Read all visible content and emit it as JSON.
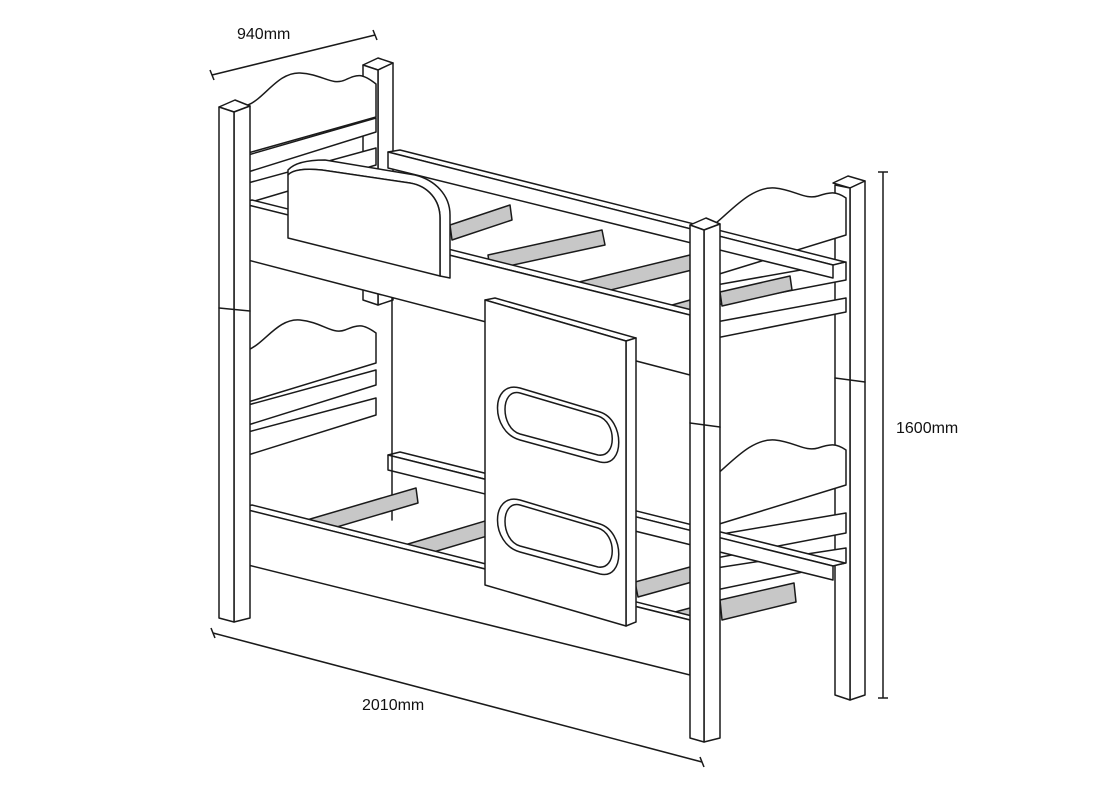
{
  "dimensions": {
    "width_label": "940mm",
    "height_label": "1600mm",
    "length_label": "2010mm"
  },
  "colors": {
    "line": "#1a1a1a",
    "slat_fill": "#c7c7c7",
    "panel_fill": "#ffffff",
    "background": "#ffffff"
  }
}
